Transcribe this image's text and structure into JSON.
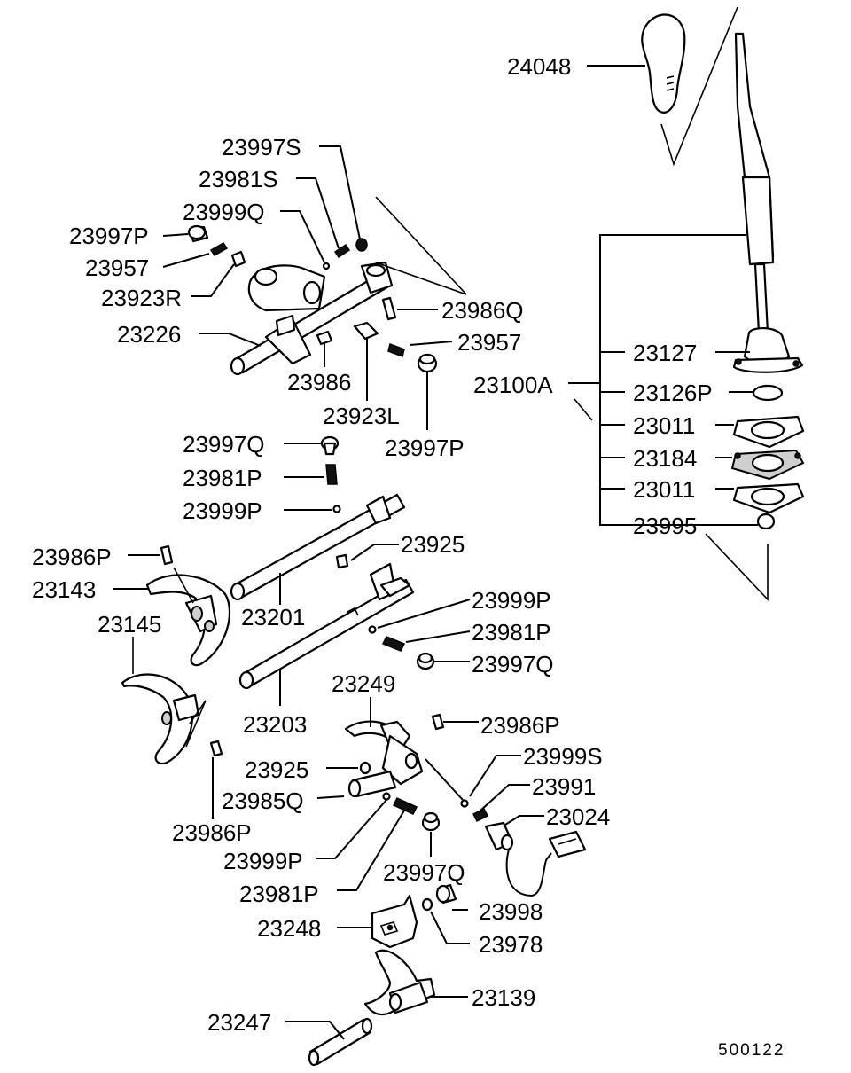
{
  "labels": {
    "p24048": "24048",
    "p23997S": "23997S",
    "p23981S": "23981S",
    "p23999Q": "23999Q",
    "p23997P_a": "23997P",
    "p23957_a": "23957",
    "p23923R": "23923R",
    "p23226": "23226",
    "p23986Q": "23986Q",
    "p23957_b": "23957",
    "p23986": "23986",
    "p23923L": "23923L",
    "p23997P_b": "23997P",
    "p23100A": "23100A",
    "p23127": "23127",
    "p23126P": "23126P",
    "p23011_a": "23011",
    "p23184": "23184",
    "p23011_b": "23011",
    "p23995": "23995",
    "p23997Q_a": "23997Q",
    "p23981P_a": "23981P",
    "p23999P_a": "23999P",
    "p23925_a": "23925",
    "p23986P_a": "23986P",
    "p23143": "23143",
    "p23201": "23201",
    "p23145": "23145",
    "p23999P_b": "23999P",
    "p23981P_b": "23981P",
    "p23997Q_b": "23997Q",
    "p23203": "23203",
    "p23249": "23249",
    "p23986P_b": "23986P",
    "p23999S": "23999S",
    "p23925_b": "23925",
    "p23991": "23991",
    "p23985Q": "23985Q",
    "p23024": "23024",
    "p23986P_c": "23986P",
    "p23999P_c": "23999P",
    "p23997Q_c": "23997Q",
    "p23981P_c": "23981P",
    "p23998": "23998",
    "p23248": "23248",
    "p23978": "23978",
    "p23139": "23139",
    "p23247": "23247"
  },
  "diagram_code": "500122"
}
